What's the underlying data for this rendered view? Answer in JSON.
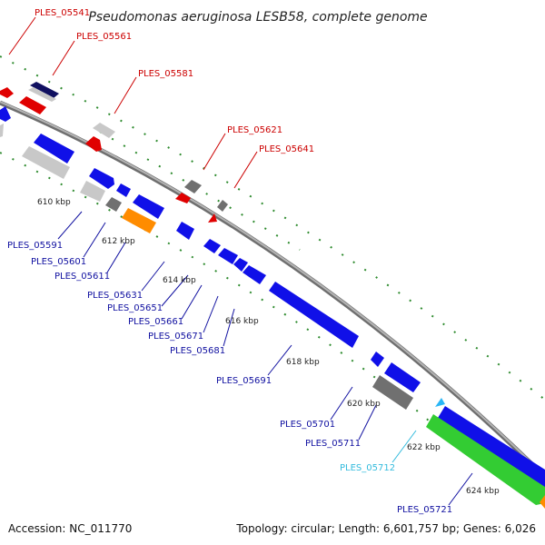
{
  "header": {
    "title": "Pseudomonas aeruginosa LESB58, complete genome"
  },
  "footer": {
    "accession": "Accession: NC_011770",
    "summary": "Topology: circular; Length: 6,601,757 bp; Genes: 6,026"
  },
  "colors": {
    "red": "#e00000",
    "blue": "#1010e8",
    "light_gray": "#c8c8c8",
    "dark_gray": "#707070",
    "orange": "#ff8c00",
    "green": "#33cc33",
    "cyan": "#29b6f6",
    "navy": "#101060",
    "backbone": "#8c8c8c",
    "tick": "#2e8b2e",
    "label_red": "#cc0000",
    "label_blue": "#1010a0",
    "label_cyan": "#33bbdd"
  },
  "scale_labels": [
    "610 kbp",
    "612 kbp",
    "614 kbp",
    "616 kbp",
    "618 kbp",
    "620 kbp",
    "622 kbp",
    "624 kbp"
  ],
  "gene_labels": {
    "upper": [
      "PLES_05541",
      "PLES_05561",
      "PLES_05581",
      "PLES_05621",
      "PLES_05641"
    ],
    "lower": [
      "PLES_05591",
      "PLES_05601",
      "PLES_05611",
      "PLES_05631",
      "PLES_05651",
      "PLES_05661",
      "PLES_05671",
      "PLES_05681",
      "PLES_05691",
      "PLES_05701",
      "PLES_05711",
      "PLES_05712",
      "PLES_05721"
    ]
  }
}
